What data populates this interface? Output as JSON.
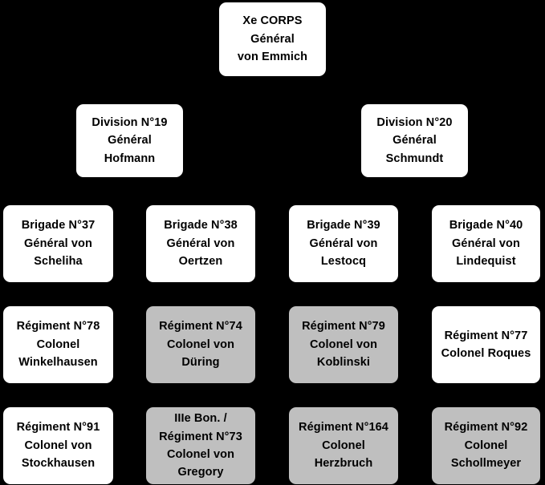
{
  "diagram": {
    "title": "Xe CORPS order of battle",
    "colors": {
      "background": "#000000",
      "node_white": "#ffffff",
      "node_gray": "#bfbfbf",
      "text": "#000000"
    },
    "root": {
      "lines": [
        "Xe CORPS",
        "Général",
        "von Emmich"
      ],
      "style": "white"
    },
    "divisions": [
      {
        "lines": [
          "Division N°19",
          "Général",
          "Hofmann"
        ],
        "style": "white"
      },
      {
        "lines": [
          "Division N°20",
          "Général",
          "Schmundt"
        ],
        "style": "white"
      }
    ],
    "brigades": [
      {
        "lines": [
          "Brigade N°37",
          "Général  von",
          "Scheliha"
        ],
        "style": "white"
      },
      {
        "lines": [
          "Brigade N°38",
          "Général  von",
          "Oertzen"
        ],
        "style": "white"
      },
      {
        "lines": [
          "Brigade N°39",
          "Général von",
          "Lestocq"
        ],
        "style": "white"
      },
      {
        "lines": [
          "Brigade N°40",
          "Général von",
          "Lindequist"
        ],
        "style": "white"
      }
    ],
    "regiments_row1": [
      {
        "lines": [
          "Régiment N°78",
          "Colonel",
          "Winkelhausen"
        ],
        "style": "white"
      },
      {
        "lines": [
          "Régiment N°74",
          "Colonel von",
          "Düring"
        ],
        "style": "gray"
      },
      {
        "lines": [
          "Régiment N°79",
          "Colonel von",
          "Koblinski"
        ],
        "style": "gray"
      },
      {
        "lines": [
          "Régiment N°77",
          "Colonel Roques"
        ],
        "style": "white"
      }
    ],
    "regiments_row2": [
      {
        "lines": [
          "Régiment N°91",
          "Colonel von",
          "Stockhausen"
        ],
        "style": "white"
      },
      {
        "lines": [
          "IIIe Bon. /",
          "Régiment N°73",
          "Colonel von",
          "Gregory"
        ],
        "style": "gray"
      },
      {
        "lines": [
          "Régiment N°164",
          "Colonel",
          "Herzbruch"
        ],
        "style": "gray"
      },
      {
        "lines": [
          "Régiment N°92",
          "Colonel",
          "Schollmeyer"
        ],
        "style": "gray"
      }
    ]
  }
}
